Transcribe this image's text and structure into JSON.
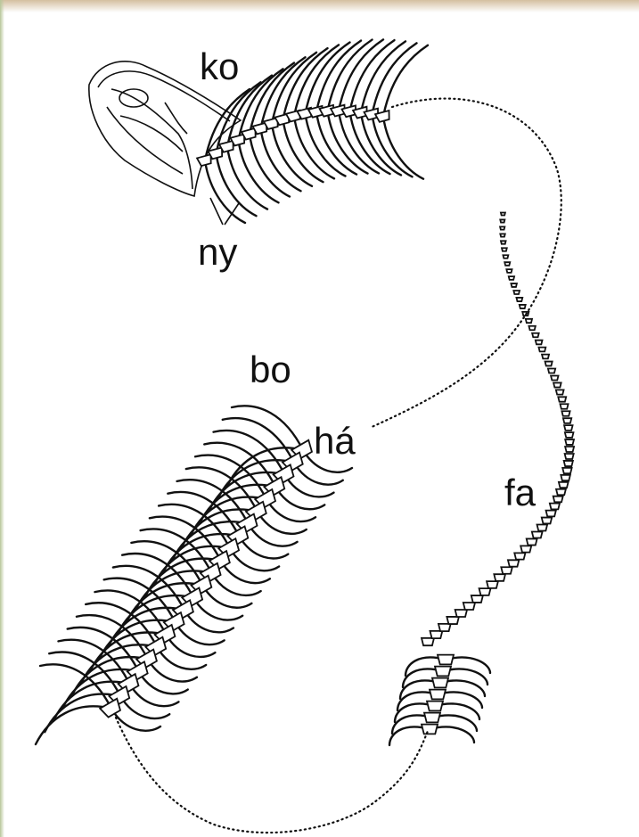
{
  "labels": {
    "skull": "ko",
    "neck": "ny",
    "rib": "bo",
    "back": "há",
    "tail": "fa"
  }
}
